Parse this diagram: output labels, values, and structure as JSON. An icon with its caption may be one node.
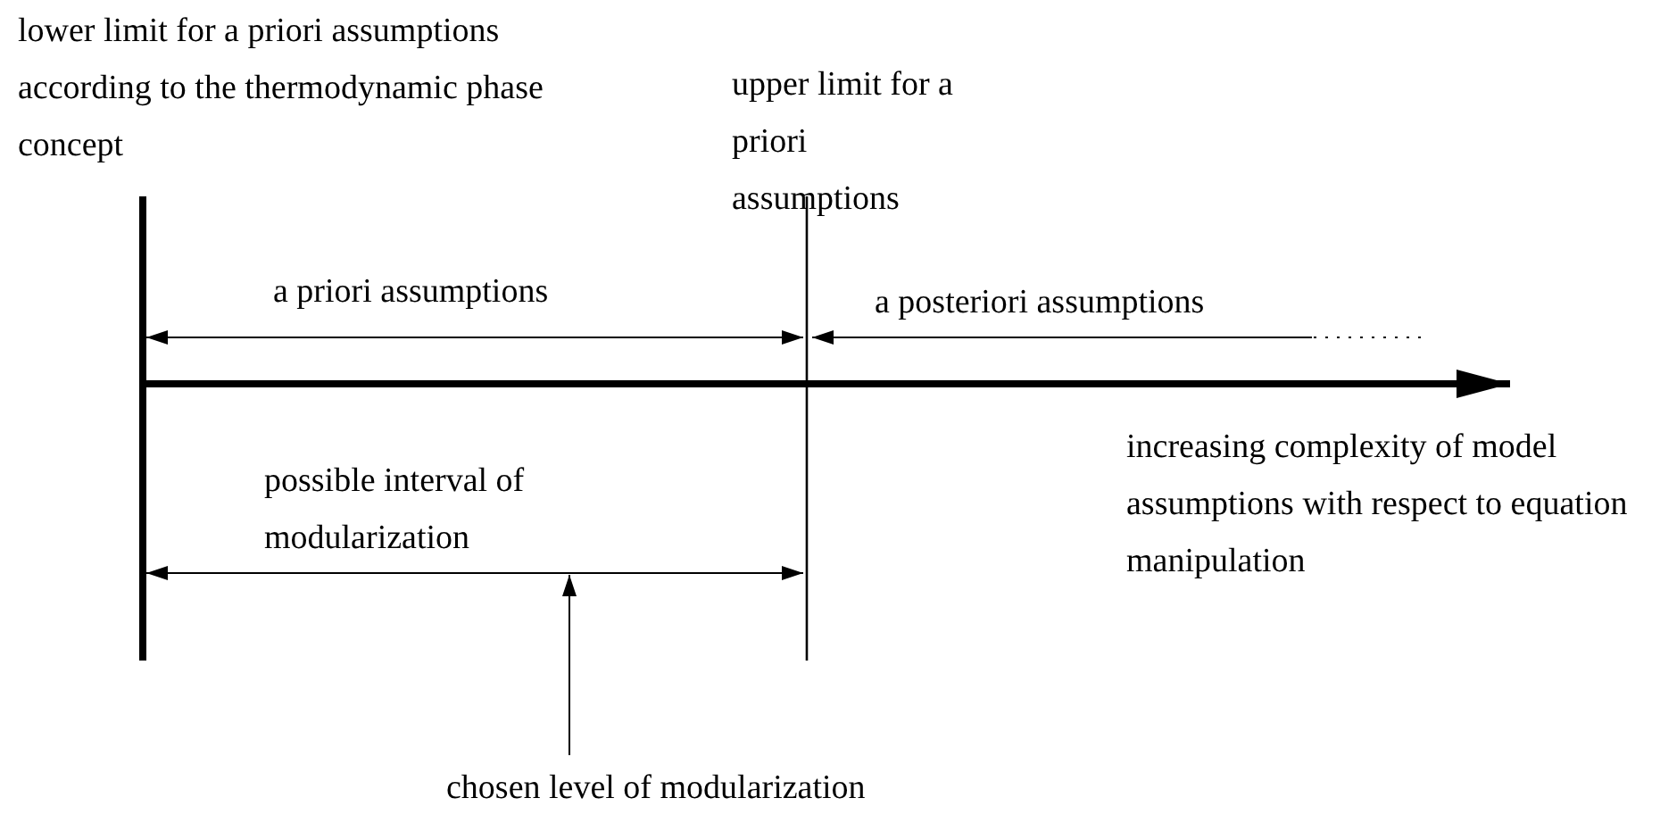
{
  "diagram": {
    "nodes": [
      {
        "text": [
          "chosen level of modularization"
        ]
      },
      {
        "text": [],
        "shape": "line"
      }
    ],
    "edges": [
      {
        "from": 0,
        "to": 1,
        "arrow": "to"
      }
    ],
    "labels": [
      "lower limit for a priori assumptions according to the thermodynamic phase concept",
      "upper limit for a priori assumptions",
      "a priori assumptions",
      "a posteriori assumptions",
      "possible interval of modularization",
      "increasing complexity of model assumptions with respect to equation manipulation"
    ]
  }
}
